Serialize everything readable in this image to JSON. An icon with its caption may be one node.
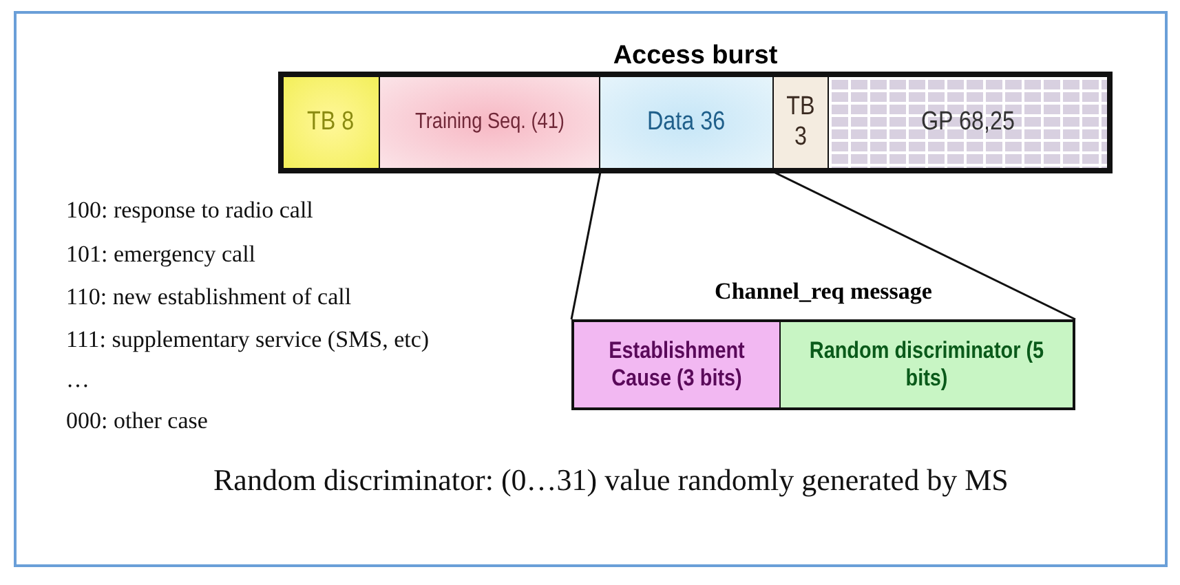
{
  "diagram": {
    "nodes": [
      {
        "text": [
          "Access burst"
        ]
      },
      {
        "text": [
          "TB 8"
        ],
        "in": 0
      },
      {
        "text": [
          "Training Seq. (41)"
        ],
        "in": 0
      },
      {
        "text": [
          "Data 36"
        ],
        "in": 0
      },
      {
        "text": [
          "TB 3"
        ],
        "in": 0
      },
      {
        "text": [
          "GP 68,25"
        ],
        "in": 0
      },
      {
        "text": [
          "Channel_req message"
        ]
      },
      {
        "text": [
          "Establishment Cause (3 bits)"
        ],
        "in": 6
      },
      {
        "text": [
          "Random discriminator (5 bits)"
        ],
        "in": 6
      }
    ],
    "edges": [
      {
        "from": 3,
        "to": 6,
        "arrow": "none"
      },
      {
        "from": 3,
        "to": 6,
        "arrow": "none"
      }
    ],
    "labels": [
      "100: response to radio call",
      "101: emergency call",
      "110: new establishment of call",
      "111: supplementary service (SMS, etc)",
      "…",
      "000: other case",
      "Random discriminator: (0…31) value randomly generated by MS"
    ]
  }
}
